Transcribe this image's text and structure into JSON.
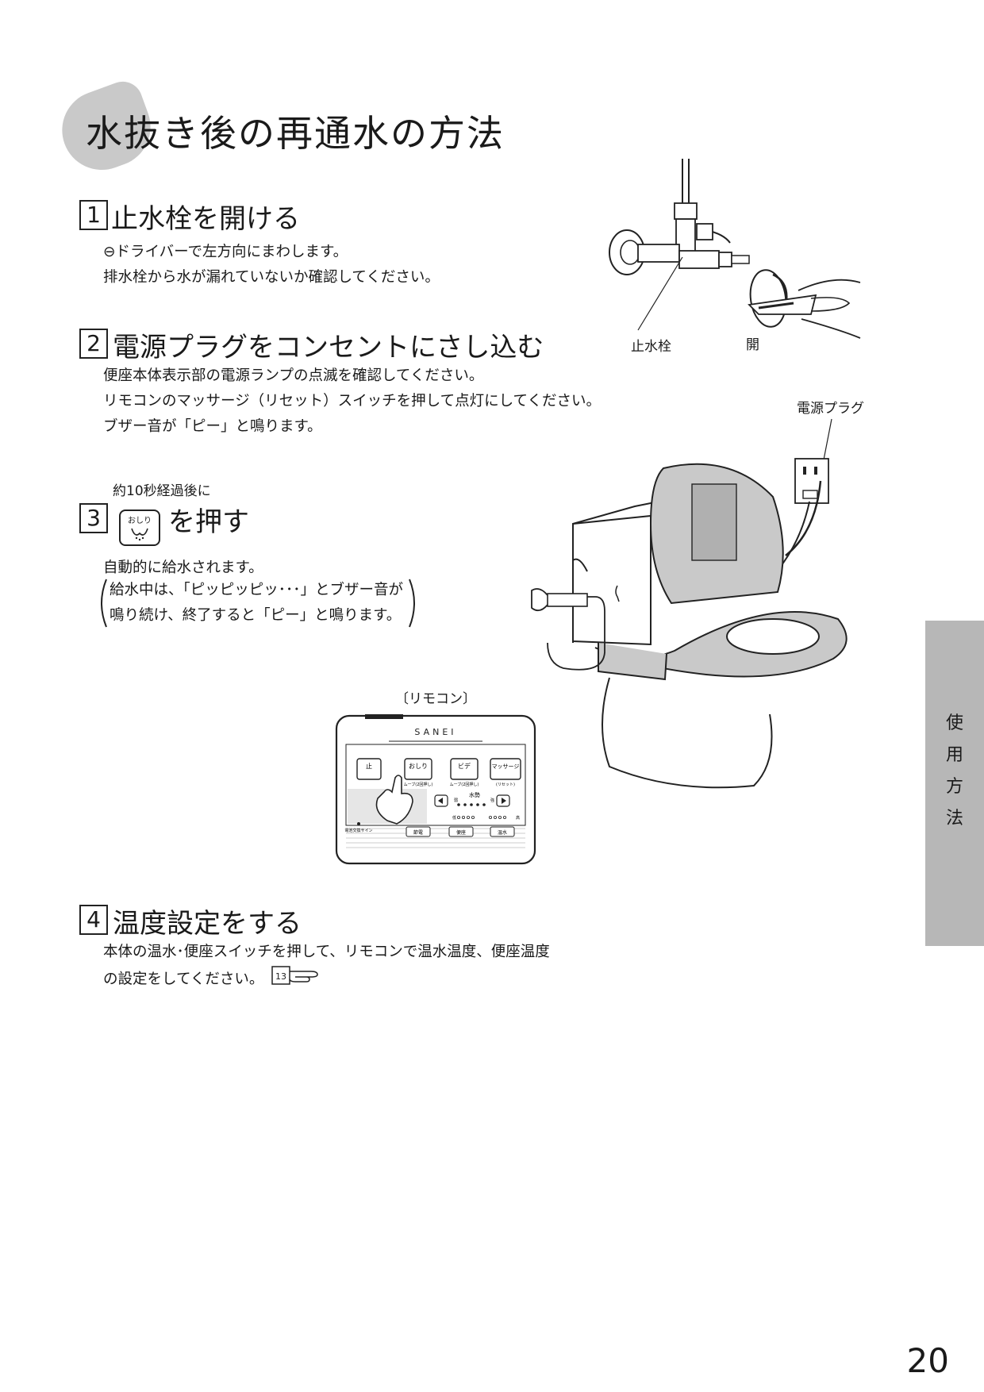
{
  "page": {
    "title": "水抜き後の再通水の方法",
    "number": "20",
    "side_tab": [
      "使",
      "用",
      "方",
      "法"
    ]
  },
  "steps": [
    {
      "num": "1",
      "title": "止水栓を開ける",
      "lines": [
        "⊖ドライバーで左方向にまわします。",
        "排水栓から水が漏れていないか確認してください。"
      ]
    },
    {
      "num": "2",
      "title": "電源プラグをコンセントにさし込む",
      "lines": [
        "便座本体表示部の電源ランプの点滅を確認してください。",
        "リモコンのマッサージ（リセット）スイッチを押して点灯にしてください。",
        "ブザー音が「ピー」と鳴ります。"
      ]
    },
    {
      "num": "3",
      "pre": "約10秒経過後に",
      "title_suffix": "を押す",
      "button_label": "おしり",
      "lines": [
        "自動的に給水されます。"
      ],
      "note_lines": [
        "給水中は、「ピッピッピッ･･･」とブザー音が",
        "鳴り続け、終了すると「ピー」と鳴ります。"
      ]
    },
    {
      "num": "4",
      "title": "温度設定をする",
      "lines": [
        "本体の温水･便座スイッチを押して、リモコンで温水温度、便座温度",
        "の設定をしてください。"
      ],
      "ref": "13"
    }
  ],
  "figures": {
    "valve_label": "止水栓",
    "open_label": "開",
    "plug_label": "電源プラグ",
    "remote_caption": "〔リモコン〕",
    "remote": {
      "brand": "SANEI",
      "buttons": [
        "止",
        "おしり",
        "ビデ",
        "マッサージ"
      ],
      "sub_labels": [
        "ムーブ(2回押し)",
        "ムーブ(2回押し)",
        "(リセット)"
      ],
      "water_label": "水勢",
      "low": "弱",
      "high": "強",
      "temp_low": "低",
      "temp_high": "高",
      "lower_buttons": [
        "節電",
        "便座",
        "温水"
      ],
      "lamp_label": "電池交換サイン"
    }
  }
}
